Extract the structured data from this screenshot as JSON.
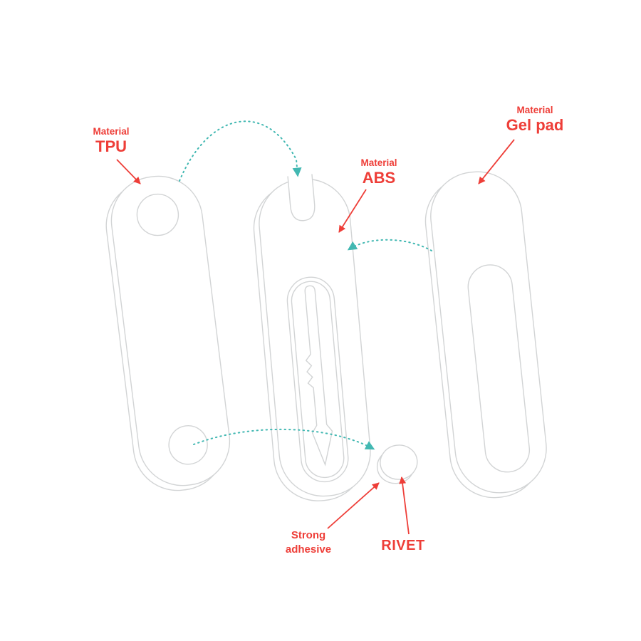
{
  "labels": {
    "tpu": {
      "material": "Material",
      "name": "TPU"
    },
    "abs": {
      "material": "Material",
      "name": "ABS"
    },
    "gel_pad": {
      "material": "Material",
      "name": "Gel pad"
    },
    "adhesive": {
      "line1": "Strong",
      "line2": "adhesive"
    },
    "rivet": {
      "name": "RIVET"
    }
  },
  "colors": {
    "label_red": "#ee3e38",
    "assembly_teal": "#42b8b2",
    "outline_gray": "#d2d4d5",
    "background": "#ffffff"
  }
}
